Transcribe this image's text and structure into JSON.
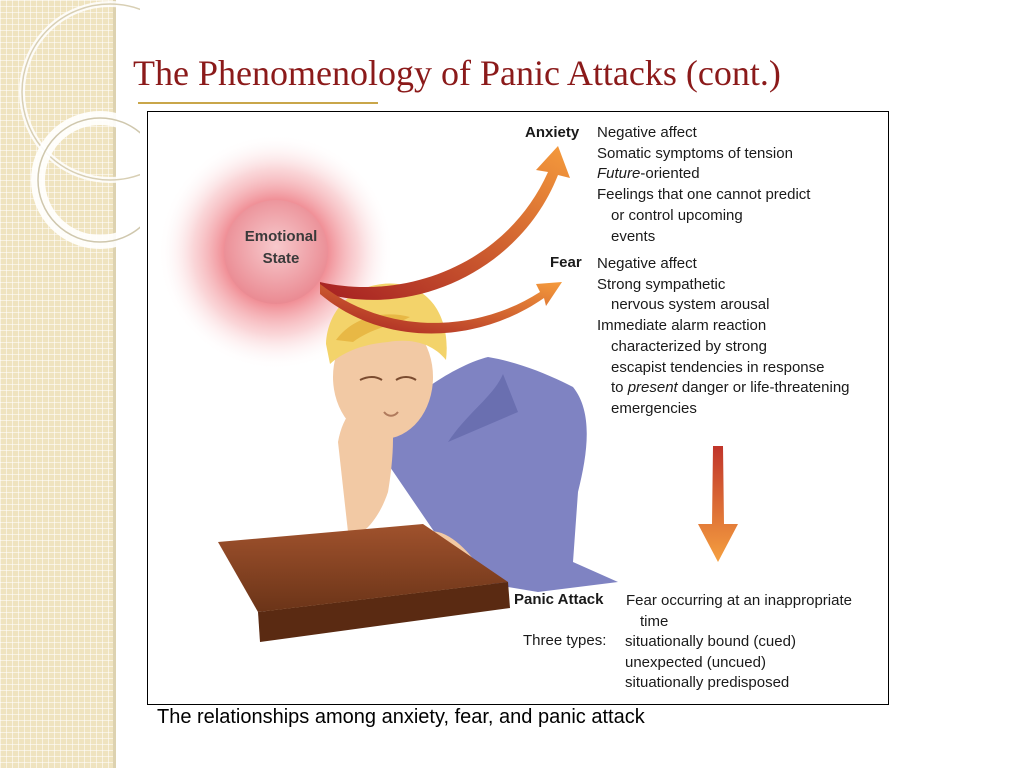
{
  "slide": {
    "title": "The Phenomenology of Panic Attacks (cont.)",
    "caption": "The relationships among anxiety, fear, and panic attack"
  },
  "figure": {
    "center_label_line1": "Emotional",
    "center_label_line2": "State",
    "anxiety": {
      "term": "Anxiety",
      "line1": "Negative affect",
      "line2": "Somatic symptoms of tension",
      "line3_emph": "Future",
      "line3_rest": "-oriented",
      "line4": "Feelings that one cannot predict",
      "line5": "or control upcoming",
      "line6": "events"
    },
    "fear": {
      "term": "Fear",
      "line1": "Negative affect",
      "line2": "Strong sympathetic",
      "line3": "nervous system arousal",
      "line4": "Immediate alarm reaction",
      "line5": "characterized by strong",
      "line6": "escapist tendencies in response",
      "line7_pre": "to ",
      "line7_emph": "present",
      "line7_post": " danger or life-threatening",
      "line8": "emergencies"
    },
    "panic": {
      "term": "Panic Attack",
      "line1": "Fear occurring at an inappropriate",
      "line2": "time",
      "types_label": "Three types:",
      "type1": "situationally bound (cued)",
      "type2": "unexpected (uncued)",
      "type3": "situationally predisposed"
    },
    "colors": {
      "title": "#8b1a1a",
      "arrow_dark": "#b8322a",
      "arrow_light": "#f29a3a",
      "glow": "#e8505a"
    }
  }
}
